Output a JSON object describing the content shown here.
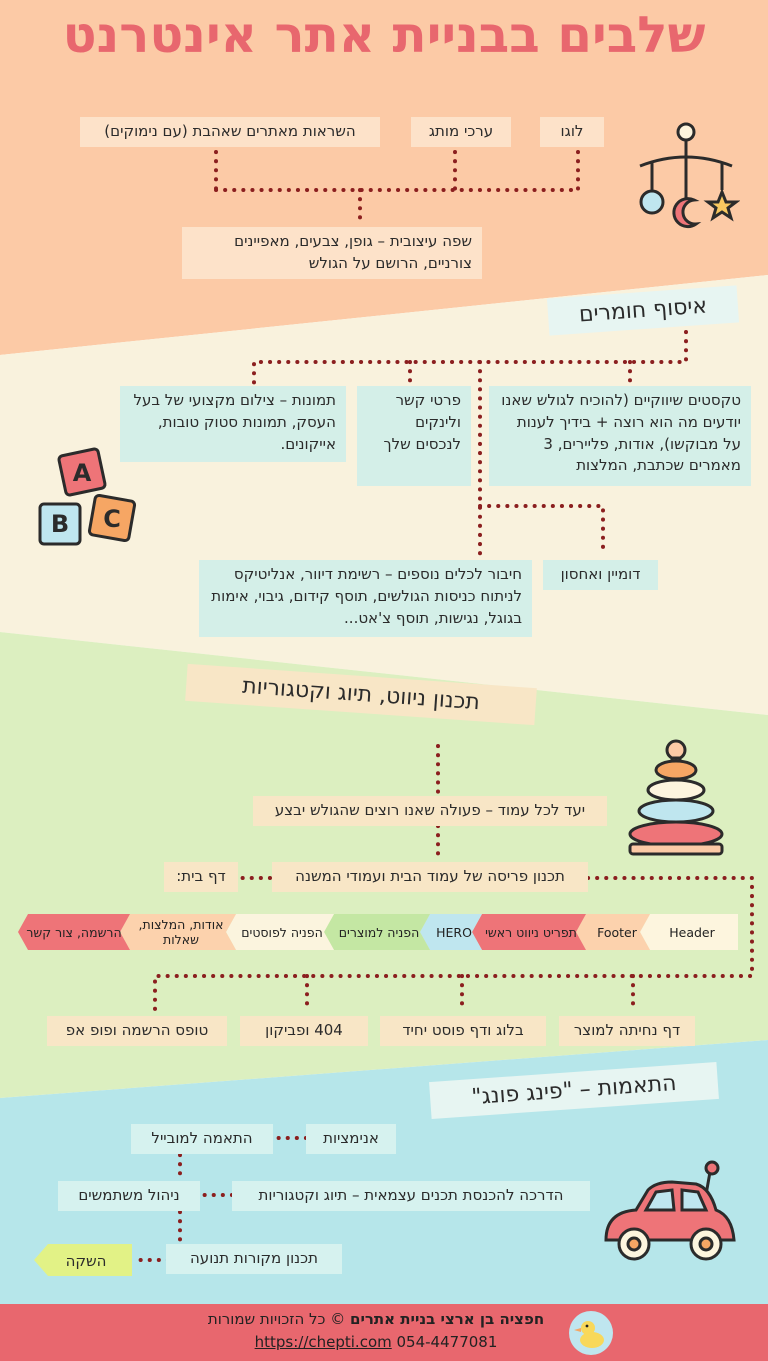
{
  "title": "שלבים בבניית אתר אינטרנט",
  "colors": {
    "band1": "#fccaa6",
    "band2": "#f9f2dd",
    "band3": "#dcefc0",
    "band4": "#b6e6ea",
    "title": "#e8676e",
    "dots": "#8b1f1f",
    "footer": "#e8676e"
  },
  "section1": {
    "items": [
      "לוגו",
      "ערכי מותג",
      "השראות מאתרים שאהבת (עם נימוקים)"
    ],
    "result": "שפה עיצובית – גופן, צבעים, מאפיינים צורניים, הרושם על הגולש"
  },
  "section2": {
    "title": "איסוף חומרים",
    "texts": "טקסטים שיווקיים (להוכיח לגולש שאנו יודעים מה הוא רוצה + בידיך לענות על מבוקשו), אודות, פליירים, 3 מאמרים שכתבת, המלצות",
    "contact": "פרטי קשר ולינקים לנכסים שלך",
    "images": "תמונות – צילום מקצועי של בעל העסק, תמונות סטוק טובות, אייקונים.",
    "domain": "דומיין ואחסון",
    "tools": "חיבור לכלים נוספים – רשימת דיוור, אנליטיקס לניתוח כניסות הגולשים, תוסף קידום, גיבוי, אימות בגוגל, נגישות, תוסף צ'אט..."
  },
  "section3": {
    "title": "תכנון ניווט, תיוג וקטגוריות",
    "goal": "יעד לכל עמוד – פעולה שאנו רוצים שהגולש יבצע",
    "layout": "תכנון פריסה של עמוד הבית ועמודי המשנה",
    "home": "דף בית:",
    "bar": [
      {
        "label": "Header",
        "color": "#fdf5de"
      },
      {
        "label": "Footer",
        "color": "#fcd2ad"
      },
      {
        "label": "תפריט ניווט ראשי",
        "color": "#ee7478"
      },
      {
        "label": "HERO",
        "color": "#bfe6ef"
      },
      {
        "label": "הפניה למוצרים",
        "color": "#c4e7a3"
      },
      {
        "label": "הפניה לפוסטים",
        "color": "#fbf4de"
      },
      {
        "label": "אודות, המלצות, שאלות",
        "color": "#fcd2ad"
      },
      {
        "label": "הרשמה, צור קשר",
        "color": "#ee7478"
      }
    ],
    "pages": [
      "דף נחיתה למוצר",
      "בלוג ודף פוסט יחיד",
      "404 ופביקון",
      "טופס הרשמה ופופ אפ"
    ]
  },
  "section4": {
    "title": "התאמות – \"פינג פונג\"",
    "animations": "אנימציות",
    "mobile": "התאמה למובייל",
    "guide": "הדרכה להכנסת תכנים עצמאית – תיוג וקטגוריות",
    "users": "ניהול משתמשים",
    "traffic": "תכנון מקורות תנועה",
    "launch": "השקה"
  },
  "footer": {
    "bold": "חפציה בן ארצי בניית אתרים",
    "rest": "© כל הזכויות שמורות",
    "url": "https://chepti.com",
    "phone": "054-4477081"
  }
}
